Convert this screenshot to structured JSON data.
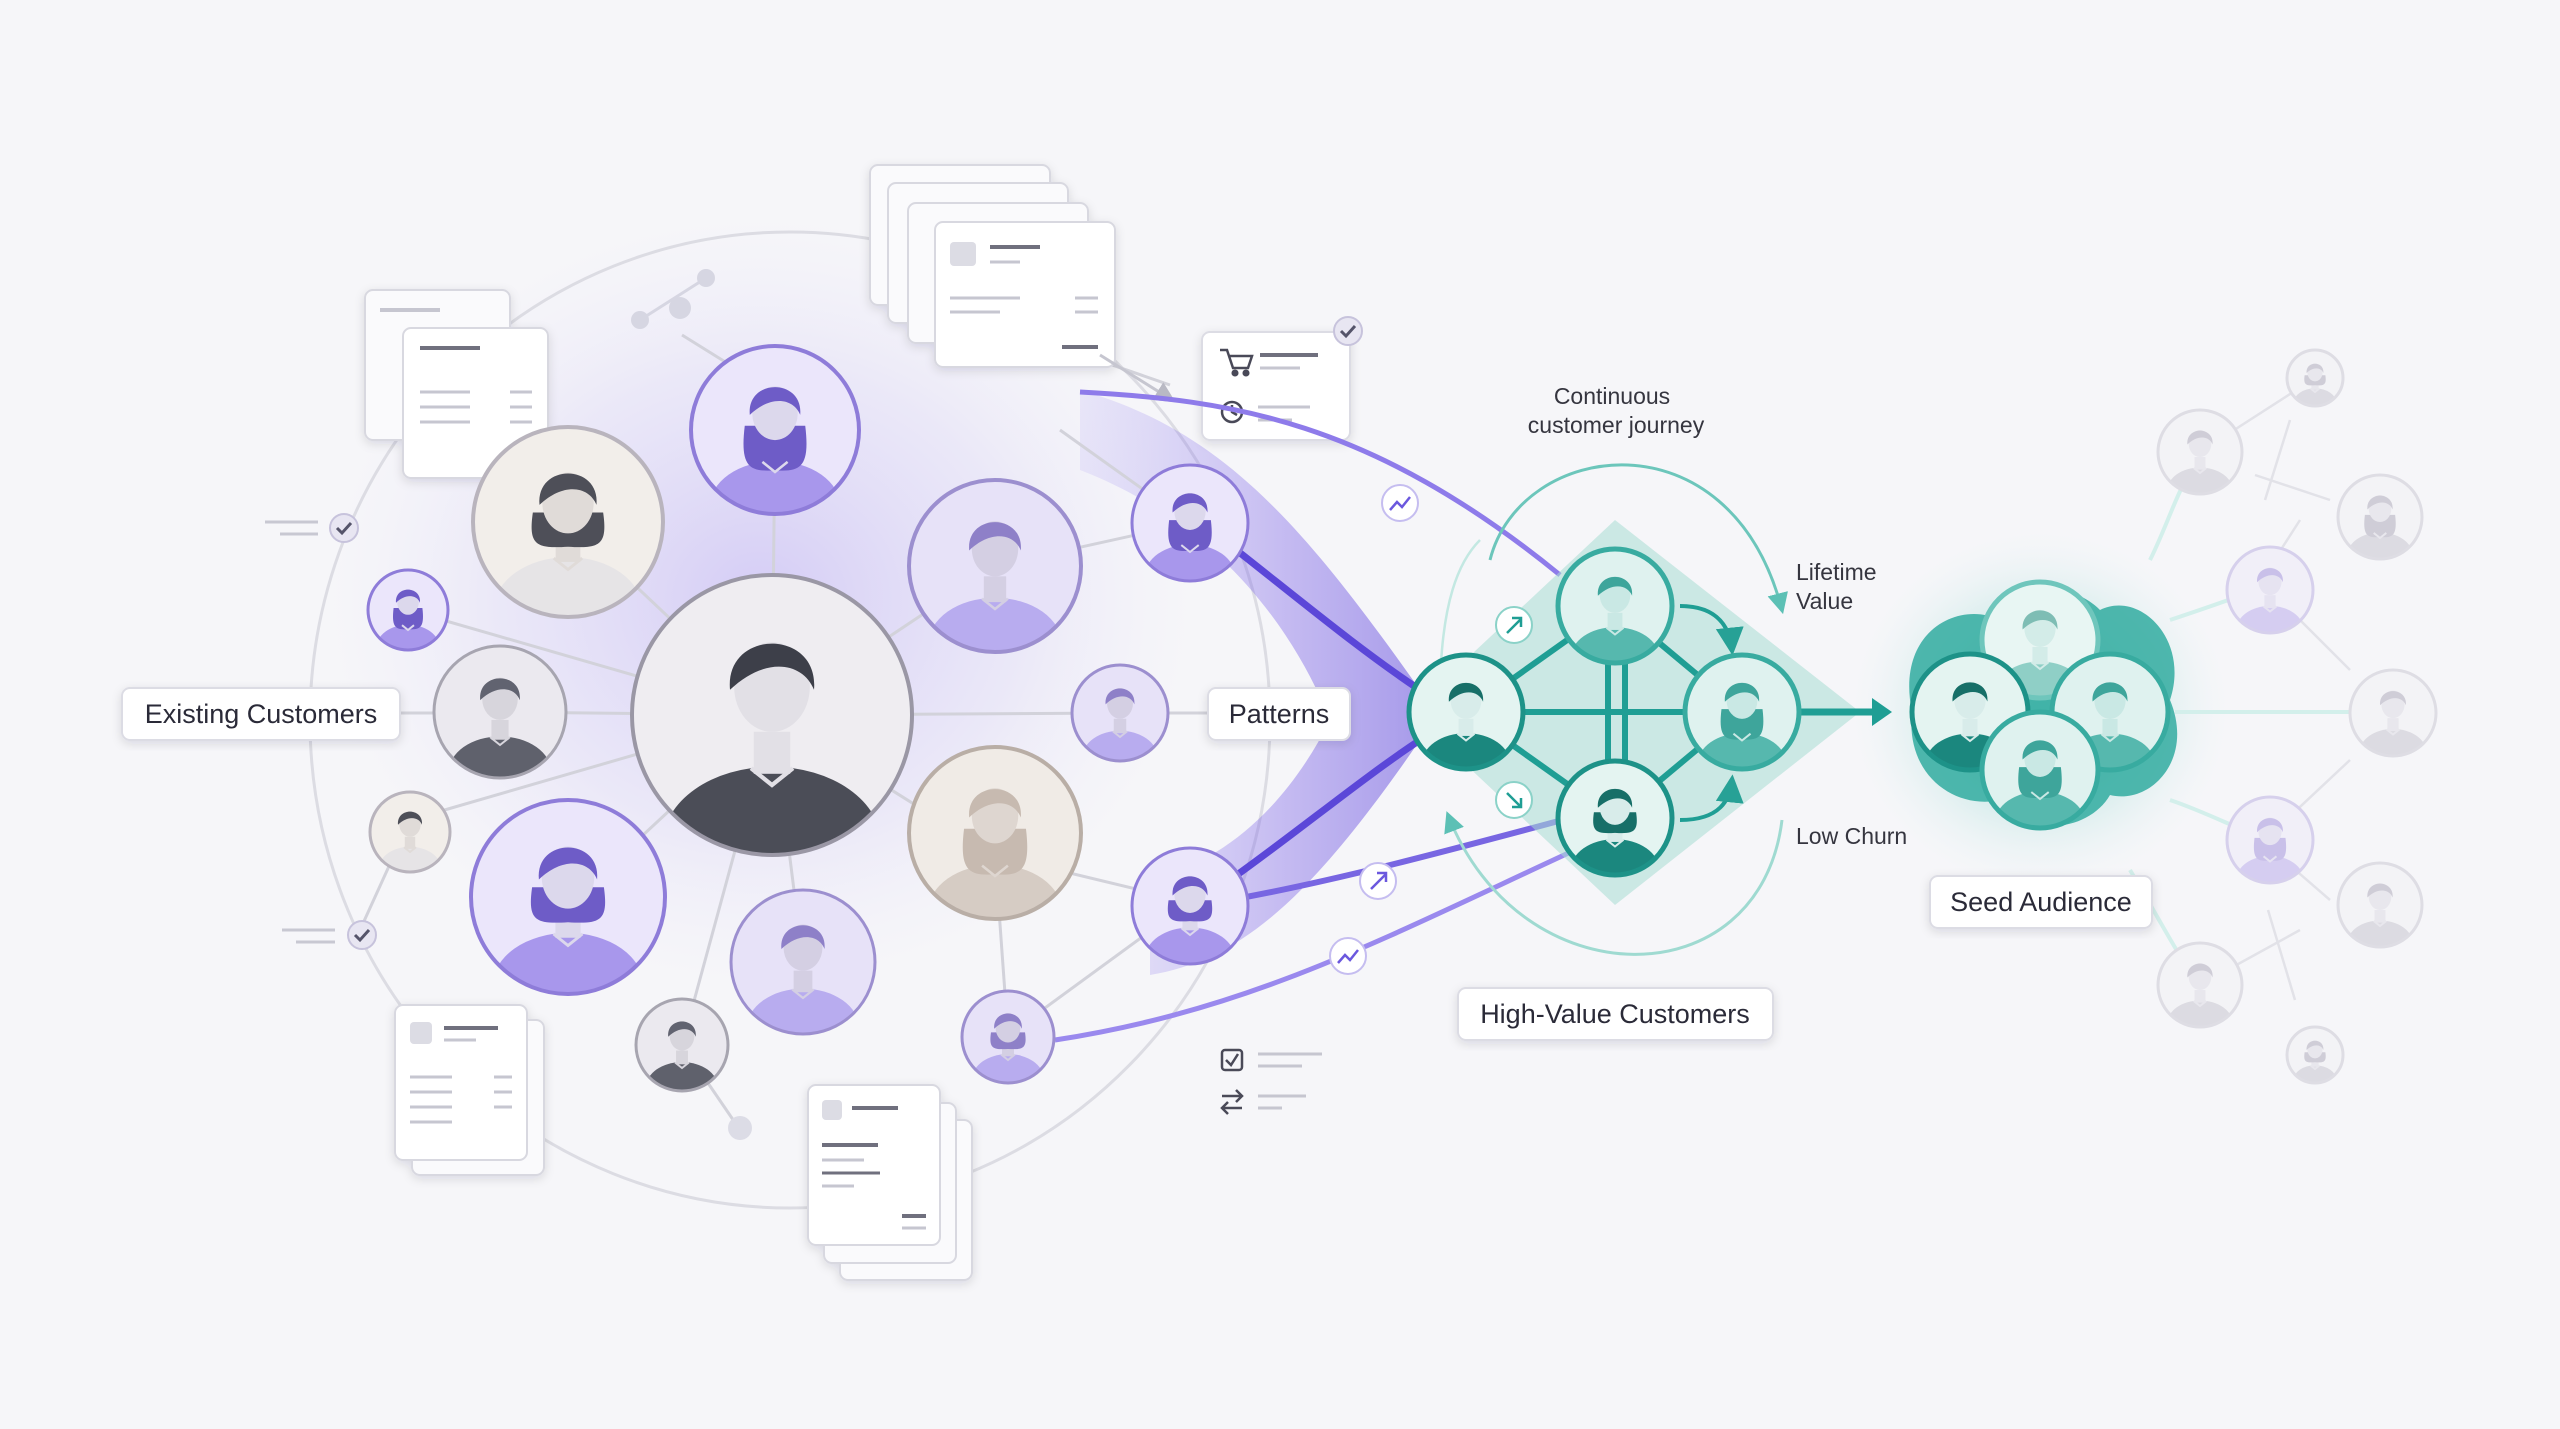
{
  "labels": {
    "existing_customers": "Existing Customers",
    "patterns": "Patterns",
    "high_value_customers": "High-Value Customers",
    "seed_audience": "Seed Audience",
    "journey_line1": "Continuous",
    "journey_line2": "customer journey",
    "lifetime_line1": "Lifetime",
    "lifetime_line2": "Value",
    "low_churn": "Low Churn"
  },
  "icons": {
    "person": "person-avatar-icon",
    "check": "check-icon",
    "cart": "shopping-cart-icon",
    "clock": "clock-icon",
    "trend": "trend-up-icon",
    "arrow": "arrow-up-right-icon",
    "checkbox": "checkbox-icon",
    "swap": "swap-arrows-icon",
    "document": "document-card-icon"
  },
  "colors": {
    "background": "#f6f6f9",
    "purple_accent": "#7b62e6",
    "purple_light": "#c9bff5",
    "teal_accent": "#1f9e94",
    "teal_light": "#bfe7e2",
    "dark_gray": "#4b4d57",
    "line_gray": "#d4d4dc"
  }
}
